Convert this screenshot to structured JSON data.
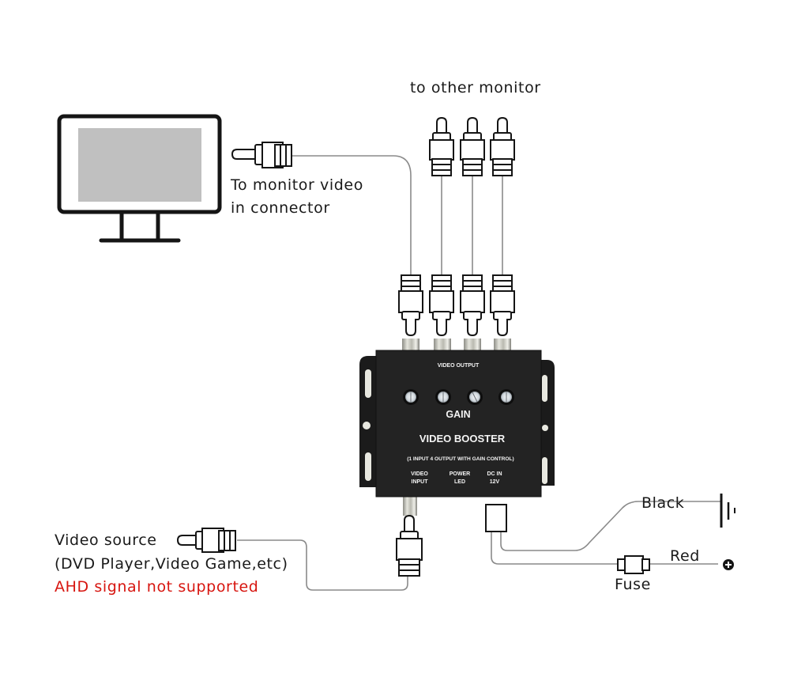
{
  "labels": {
    "other_monitor": "to other monitor",
    "monitor_connector_line1": "To monitor video",
    "monitor_connector_line2": "in connector",
    "video_source_line1": "Video source",
    "video_source_line2": "(DVD Player,Video Game,etc)",
    "ahd_warning": "AHD signal not supported",
    "black_wire": "Black",
    "red_wire": "Red",
    "fuse": "Fuse"
  },
  "device": {
    "top_label": "VIDEO OUTPUT",
    "gain_label": "GAIN",
    "title": "VIDEO BOOSTER",
    "subtitle": "(1 INPUT 4 OUTPUT WITH GAIN CONTROL)",
    "port_video_input_line1": "VIDEO",
    "port_video_input_line2": "INPUT",
    "port_power_led_line1": "POWER",
    "port_power_led_line2": "LED",
    "port_dc_in_line1": "DC IN",
    "port_dc_in_line2": "12V",
    "output_count": 4,
    "gain_knob_count": 4
  },
  "colors": {
    "device_body": "#232323",
    "device_bracket": "#1b1b1b",
    "screen": "#c0c0c0",
    "outline": "#151515",
    "wire": "#8a8a8a",
    "warning_text": "#d7150f"
  }
}
